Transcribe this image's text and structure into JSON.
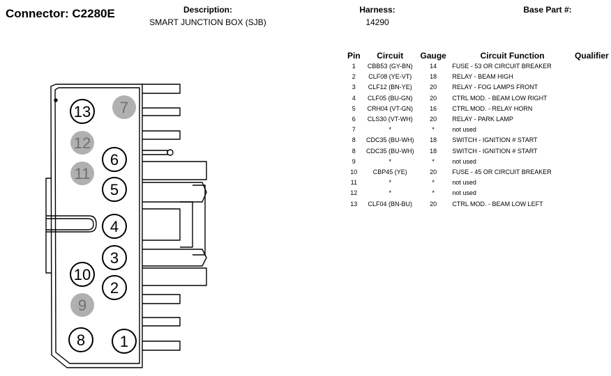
{
  "header": {
    "connector": "Connector: C2280E",
    "description_label": "Description:",
    "description": "SMART JUNCTION BOX (SJB)",
    "harness_label": "Harness:",
    "harness": "14290",
    "base_part_label": "Base Part #:"
  },
  "table": {
    "columns": [
      "Pin",
      "Circuit",
      "Gauge",
      "Circuit Function",
      "Qualifier"
    ],
    "rows": [
      {
        "pin": "1",
        "circuit": "CBB53 (GY-BN)",
        "gauge": "14",
        "function": "FUSE - 53 OR CIRCUIT BREAKER",
        "qualifier": ""
      },
      {
        "pin": "2",
        "circuit": "CLF08 (YE-VT)",
        "gauge": "18",
        "function": "RELAY - BEAM HIGH",
        "qualifier": ""
      },
      {
        "pin": "3",
        "circuit": "CLF12 (BN-YE)",
        "gauge": "20",
        "function": "RELAY - FOG LAMPS FRONT",
        "qualifier": ""
      },
      {
        "pin": "4",
        "circuit": "CLF05 (BU-GN)",
        "gauge": "20",
        "function": "CTRL MOD. - BEAM LOW RIGHT",
        "qualifier": ""
      },
      {
        "pin": "5",
        "circuit": "CRH04 (VT-GN)",
        "gauge": "16",
        "function": "CTRL MOD. - RELAY HORN",
        "qualifier": ""
      },
      {
        "pin": "6",
        "circuit": "CLS30 (VT-WH)",
        "gauge": "20",
        "function": "RELAY - PARK LAMP",
        "qualifier": ""
      },
      {
        "pin": "7",
        "circuit": "*",
        "gauge": "*",
        "function": "not used",
        "qualifier": ""
      },
      {
        "pin": "8",
        "circuit": "CDC35 (BU-WH)",
        "gauge": "18",
        "function": "SWITCH - IGNITION # START",
        "qualifier": ""
      },
      {
        "pin": "8",
        "circuit": "CDC35 (BU-WH)",
        "gauge": "18",
        "function": "SWITCH - IGNITION # START",
        "qualifier": ""
      },
      {
        "pin": "9",
        "circuit": "*",
        "gauge": "*",
        "function": "not used",
        "qualifier": ""
      },
      {
        "pin": "10",
        "circuit": "CBP45 (YE)",
        "gauge": "20",
        "function": "FUSE - 45 OR CIRCUIT BREAKER",
        "qualifier": ""
      },
      {
        "pin": "11",
        "circuit": "*",
        "gauge": "*",
        "function": "not used",
        "qualifier": ""
      },
      {
        "pin": "12",
        "circuit": "*",
        "gauge": "*",
        "function": "not used",
        "qualifier": ""
      },
      {
        "pin": "13",
        "circuit": "CLF04 (BN-BU)",
        "gauge": "20",
        "function": "CTRL MOD. - BEAM LOW LEFT",
        "qualifier": ""
      }
    ]
  },
  "diagram": {
    "pins": [
      {
        "label": "13",
        "used": true
      },
      {
        "label": "7",
        "used": false
      },
      {
        "label": "12",
        "used": false
      },
      {
        "label": "6",
        "used": true
      },
      {
        "label": "11",
        "used": false
      },
      {
        "label": "5",
        "used": true
      },
      {
        "label": "4",
        "used": true
      },
      {
        "label": "3",
        "used": true
      },
      {
        "label": "10",
        "used": true
      },
      {
        "label": "2",
        "used": true
      },
      {
        "label": "9",
        "used": false
      },
      {
        "label": "8",
        "used": true
      },
      {
        "label": "1",
        "used": true
      }
    ],
    "colors": {
      "unused_fill": "#b0b0b0",
      "unused_text": "#6e6e6e",
      "used_fill": "#ffffff",
      "outline": "#000000"
    }
  }
}
